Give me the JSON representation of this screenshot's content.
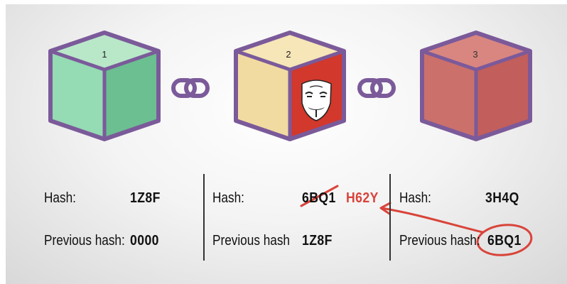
{
  "colors": {
    "outline": "#7b5a9a",
    "green_top": "#b9e8c9",
    "green_left": "#95dbb3",
    "green_right": "#6bbf90",
    "yellow_top": "#f6e6b8",
    "yellow_left": "#f2dba1",
    "red_face": "#d2382b",
    "red_top": "#d98680",
    "red_left": "#cb706b",
    "red_right": "#c25e5b",
    "tamper_red": "#d9443a"
  },
  "icons": {
    "chain": "chain-link-icon",
    "mask": "anonymous-mask-icon"
  },
  "blocks": [
    {
      "number": "1",
      "hash_label": "Hash:",
      "hash": "1Z8F",
      "prev_label": "Previous hash:",
      "prev_hash": "0000"
    },
    {
      "number": "2",
      "hash_label": "Hash:",
      "hash_old": "6BQ1",
      "hash_new": "H62Y",
      "prev_label": "Previous hash",
      "prev_hash": "1Z8F"
    },
    {
      "number": "3",
      "hash_label": "Hash:",
      "hash": "3H4Q",
      "prev_label": "Previous hash:",
      "prev_hash": "6BQ1"
    }
  ]
}
